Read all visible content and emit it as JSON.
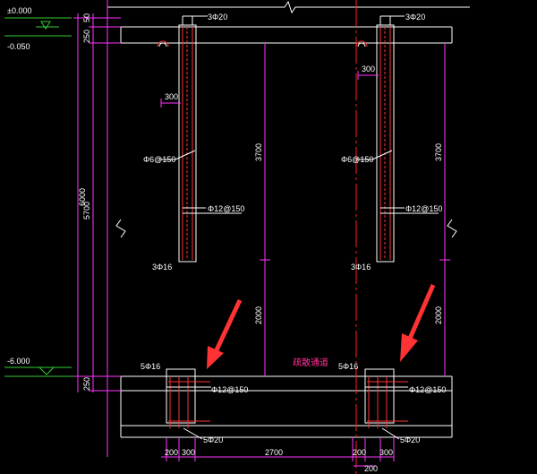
{
  "drawing": {
    "colors": {
      "background": "#000000",
      "outline": "#ffffff",
      "dimension": "#ff33ff",
      "rebar": "#ff3333",
      "centerline": "#ff2222",
      "level_marker": "#33cc33",
      "arrow": "#ff3333",
      "label_accent": "#ff3399"
    },
    "levels": [
      {
        "id": "level-top",
        "text": "±0.000"
      },
      {
        "id": "level-second",
        "text": "-0.050"
      },
      {
        "id": "level-bottom",
        "text": "-6.000"
      }
    ],
    "left_dims": {
      "total_text": "6000",
      "a": "50",
      "b": "250",
      "c": "5700",
      "d": "250"
    },
    "left_column": {
      "top_bars": "3Φ20",
      "stirrups": "Φ6@150",
      "tie": "Φ12@150",
      "bottom_bars": "3Φ16",
      "offset": "300",
      "h_upper": "3700",
      "h_lower": "2000"
    },
    "right_column": {
      "top_bars": "3Φ20",
      "stirrups": "Φ6@150",
      "tie": "Φ12@150",
      "bottom_bars": "3Φ16",
      "offset": "300",
      "h_upper": "3700",
      "h_lower": "2000"
    },
    "base_left": {
      "top_bars": "5Φ16",
      "tie": "Φ12@150",
      "bottom_bars": "5Φ20"
    },
    "base_right": {
      "top_bars": "5Φ16",
      "tie": "Φ12@150",
      "bottom_bars": "5Φ20"
    },
    "passage_label": "疏散通道",
    "bottom_dims": [
      "200",
      "300",
      "2700",
      "200",
      "300",
      "200"
    ]
  }
}
